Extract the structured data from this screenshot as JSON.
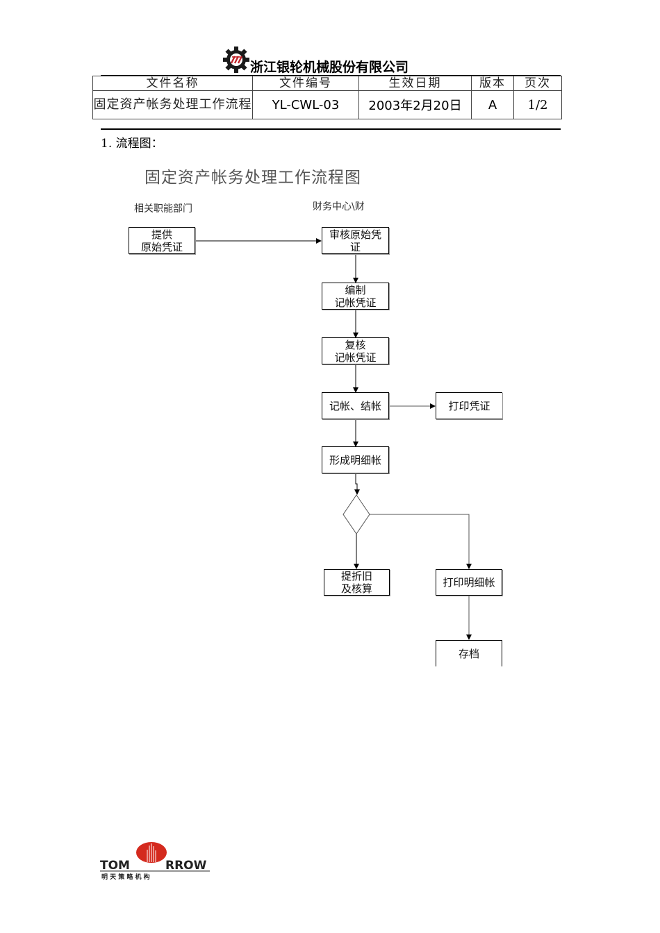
{
  "header": {
    "company": "浙江银轮机械股份有限公司",
    "logo": "gear-logo"
  },
  "info_table": {
    "headers": [
      "文件名称",
      "文件编号",
      "生效日期",
      "版本",
      "页次"
    ],
    "values": {
      "name": "固定资产帐务处理工作流程",
      "code": "YL-CWL-03",
      "date": "2003年2月20日",
      "version": "A",
      "page": "1/2"
    }
  },
  "section": {
    "title": "1.  流程图："
  },
  "flowchart": {
    "title": "固定资产帐务处理工作流程图",
    "lanes": [
      "相关职能部门",
      "财务中心\\财"
    ],
    "nodes": {
      "provide": [
        "提供",
        "原始凭证"
      ],
      "review": [
        "审核原始凭",
        "证"
      ],
      "compile": [
        "编制",
        "记帐凭证"
      ],
      "recheck": [
        "复核",
        "记帐凭证"
      ],
      "post": [
        "记帐、结帐"
      ],
      "print_voucher": [
        "打印凭证"
      ],
      "ledger": [
        "形成明细帐"
      ],
      "depreciation": [
        "提折旧",
        "及核算"
      ],
      "print_ledger": [
        "打印明细帐"
      ],
      "archive": [
        "存档"
      ]
    }
  },
  "footer": {
    "brand": "TOMORROW",
    "brand_left": "TOM",
    "brand_right": "RROW",
    "tagline": "明 天 策 略 机 构",
    "accent_color": "#d42a1e"
  }
}
